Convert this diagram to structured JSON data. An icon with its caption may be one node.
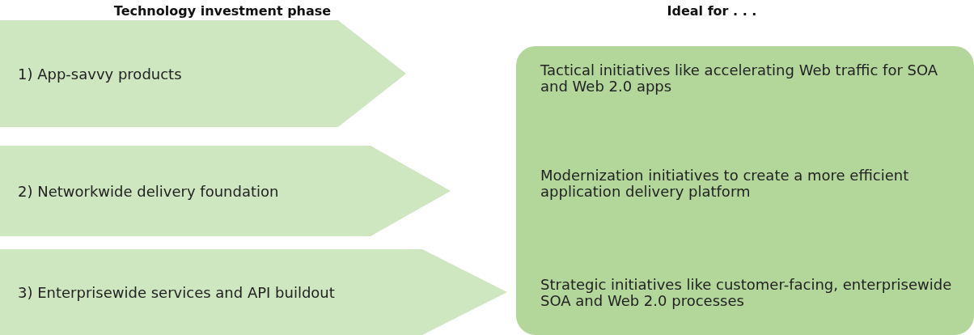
{
  "diagram": {
    "nodes": [
      {
        "text": [
          "1) App-savvy products"
        ]
      },
      {
        "text": [
          "2) Networkwide delivery foundation"
        ]
      },
      {
        "text": [
          "3) Enterprisewide services and API buildout"
        ]
      },
      {
        "text": [
          "Tactical initiatives like accelerating Web traffic for SOA and Web 2.0 apps",
          "Modernization initiatives to create a more efficient application delivery platform",
          "Strategic initiatives like customer-facing, enterprisewide SOA and Web 2.0 processes"
        ]
      }
    ],
    "labels": [
      "Technology investment phase",
      "Ideal for . . ."
    ]
  }
}
